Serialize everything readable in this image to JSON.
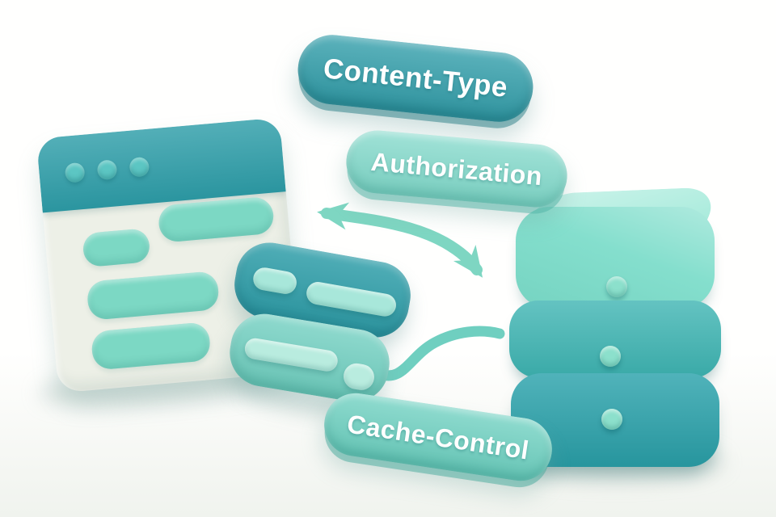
{
  "pills": {
    "content_type": {
      "label": "Content-Type"
    },
    "authorization": {
      "label": "Authorization"
    },
    "cache_control": {
      "label": "Cache-Control"
    }
  },
  "colors": {
    "bg_top": "#fffffe",
    "bg_bottom": "#f0f3ee",
    "floor_shadow": "rgba(150,176,170,0.33)",
    "window_header": "#2d9da8",
    "window_body": "#edf0e7",
    "window_dot": "#5cc6c3",
    "content_bar": "#7cd8c4",
    "card_dark": "#2e9ea9",
    "card_dark_inner": "#a8e7da",
    "card_mint": "#6fcfc0",
    "card_mint_inner": "#b9ecdf",
    "arrow": "#7ed6c2",
    "cable": "#6fcfc0",
    "pill_content_type": "#339fab",
    "pill_auth": "#7fd8c9",
    "pill_cache": "#6cd0c0",
    "server_top": "#7adcc9",
    "server_top_face": "#9fe9d8",
    "server_mid": "#3db4b2",
    "server_bottom": "#2aa2ab",
    "led": "#8ce0cc",
    "label_text": "#ffffff"
  }
}
